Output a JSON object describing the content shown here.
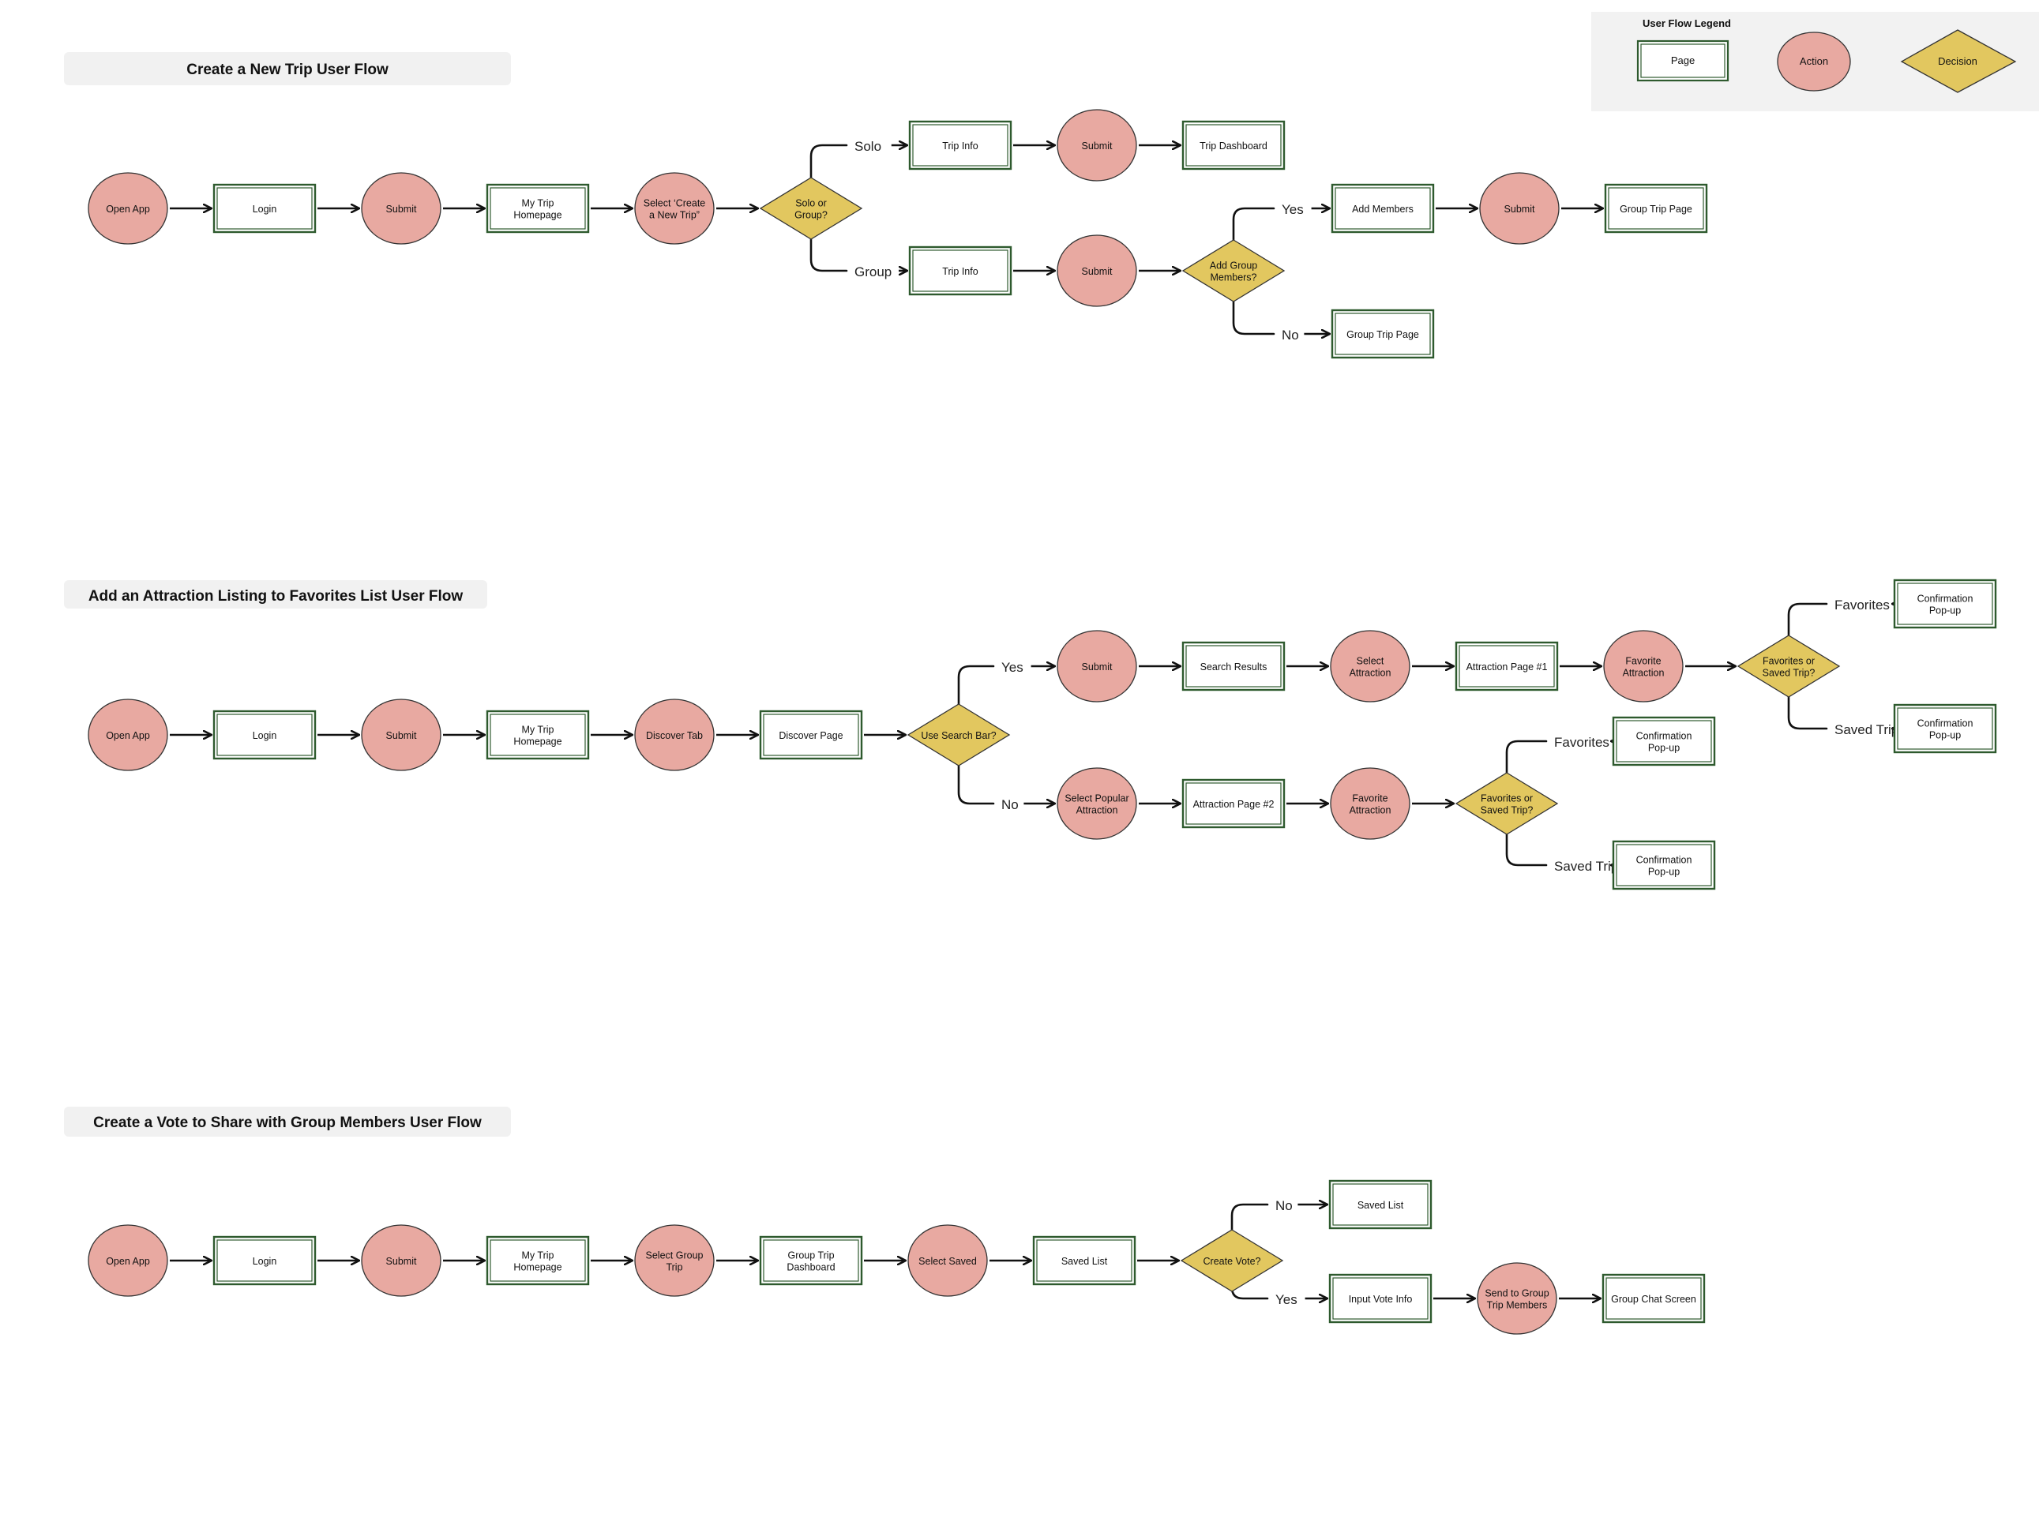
{
  "legend": {
    "title": "User Flow Legend",
    "page_label": "Page",
    "action_label": "Action",
    "decision_label": "Decision"
  },
  "colors": {
    "action_fill": "#E8A9A1",
    "decision_fill": "#E2C75F",
    "page_border": "#2E5A2E",
    "title_bg": "#F1F1F1",
    "legend_bg": "#F2F2F2",
    "arrow": "#111111"
  },
  "flows": [
    {
      "title": "Create a New Trip User Flow",
      "nodes": [
        {
          "id": "f1_open",
          "type": "action",
          "lines": [
            "Open App"
          ]
        },
        {
          "id": "f1_login",
          "type": "page",
          "lines": [
            "Login"
          ]
        },
        {
          "id": "f1_submit",
          "type": "action",
          "lines": [
            "Submit"
          ]
        },
        {
          "id": "f1_home",
          "type": "page",
          "lines": [
            "My Trip",
            "Homepage"
          ]
        },
        {
          "id": "f1_create",
          "type": "action",
          "lines": [
            "Select ‘Create",
            "a New Trip”"
          ]
        },
        {
          "id": "f1_solo",
          "type": "decision",
          "lines": [
            "Solo or",
            "Group?"
          ]
        },
        {
          "id": "f1_tripinfo1",
          "type": "page",
          "lines": [
            "Trip Info"
          ]
        },
        {
          "id": "f1_submit2",
          "type": "action",
          "lines": [
            "Submit"
          ]
        },
        {
          "id": "f1_dash",
          "type": "page",
          "lines": [
            "Trip Dashboard"
          ]
        },
        {
          "id": "f1_tripinfo2",
          "type": "page",
          "lines": [
            "Trip Info"
          ]
        },
        {
          "id": "f1_submit3",
          "type": "action",
          "lines": [
            "Submit"
          ]
        },
        {
          "id": "f1_addgrp",
          "type": "decision",
          "lines": [
            "Add Group",
            "Members?"
          ]
        },
        {
          "id": "f1_addmem",
          "type": "page",
          "lines": [
            "Add Members"
          ]
        },
        {
          "id": "f1_submit4",
          "type": "action",
          "lines": [
            "Submit"
          ]
        },
        {
          "id": "f1_grp1",
          "type": "page",
          "lines": [
            "Group Trip Page"
          ]
        },
        {
          "id": "f1_grp2",
          "type": "page",
          "lines": [
            "Group Trip Page"
          ]
        }
      ],
      "branch_labels": [
        {
          "id": "f1_l_solo",
          "text": "Solo"
        },
        {
          "id": "f1_l_group",
          "text": "Group"
        },
        {
          "id": "f1_l_yes",
          "text": "Yes"
        },
        {
          "id": "f1_l_no",
          "text": "No"
        }
      ]
    },
    {
      "title": "Add an Attraction Listing to Favorites List User Flow",
      "nodes": [
        {
          "id": "f2_open",
          "type": "action",
          "lines": [
            "Open App"
          ]
        },
        {
          "id": "f2_login",
          "type": "page",
          "lines": [
            "Login"
          ]
        },
        {
          "id": "f2_submit",
          "type": "action",
          "lines": [
            "Submit"
          ]
        },
        {
          "id": "f2_home",
          "type": "page",
          "lines": [
            "My Trip",
            "Homepage"
          ]
        },
        {
          "id": "f2_distab",
          "type": "action",
          "lines": [
            "Discover Tab"
          ]
        },
        {
          "id": "f2_dispage",
          "type": "page",
          "lines": [
            "Discover Page"
          ]
        },
        {
          "id": "f2_search",
          "type": "decision",
          "lines": [
            "Use Search Bar?"
          ]
        },
        {
          "id": "f2_submit2",
          "type": "action",
          "lines": [
            "Submit"
          ]
        },
        {
          "id": "f2_results",
          "type": "page",
          "lines": [
            "Search Results"
          ]
        },
        {
          "id": "f2_selattr",
          "type": "action",
          "lines": [
            "Select",
            "Attraction"
          ]
        },
        {
          "id": "f2_attr1",
          "type": "page",
          "lines": [
            "Attraction Page #1"
          ]
        },
        {
          "id": "f2_fav1",
          "type": "action",
          "lines": [
            "Favorite",
            "Attraction"
          ]
        },
        {
          "id": "f2_dec1",
          "type": "decision",
          "lines": [
            "Favorites or",
            "Saved Trip?"
          ]
        },
        {
          "id": "f2_conf1",
          "type": "page",
          "lines": [
            "Confirmation",
            "Pop-up"
          ]
        },
        {
          "id": "f2_conf2",
          "type": "page",
          "lines": [
            "Confirmation",
            "Pop-up"
          ]
        },
        {
          "id": "f2_selpop",
          "type": "action",
          "lines": [
            "Select Popular",
            "Attraction"
          ]
        },
        {
          "id": "f2_attr2",
          "type": "page",
          "lines": [
            "Attraction Page #2"
          ]
        },
        {
          "id": "f2_fav2",
          "type": "action",
          "lines": [
            "Favorite",
            "Attraction"
          ]
        },
        {
          "id": "f2_dec2",
          "type": "decision",
          "lines": [
            "Favorites or",
            "Saved Trip?"
          ]
        },
        {
          "id": "f2_conf3",
          "type": "page",
          "lines": [
            "Confirmation",
            "Pop-up"
          ]
        },
        {
          "id": "f2_conf4",
          "type": "page",
          "lines": [
            "Confirmation",
            "Pop-up"
          ]
        }
      ],
      "branch_labels": [
        {
          "id": "f2_l_yes",
          "text": "Yes"
        },
        {
          "id": "f2_l_no",
          "text": "No"
        },
        {
          "id": "f2_l_fav1",
          "text": "Favorites"
        },
        {
          "id": "f2_l_saved1",
          "text": "Saved Trip"
        },
        {
          "id": "f2_l_fav2",
          "text": "Favorites"
        },
        {
          "id": "f2_l_saved2",
          "text": "Saved Trip"
        }
      ]
    },
    {
      "title": "Create a Vote to Share with Group Members User Flow",
      "nodes": [
        {
          "id": "f3_open",
          "type": "action",
          "lines": [
            "Open App"
          ]
        },
        {
          "id": "f3_login",
          "type": "page",
          "lines": [
            "Login"
          ]
        },
        {
          "id": "f3_submit",
          "type": "action",
          "lines": [
            "Submit"
          ]
        },
        {
          "id": "f3_home",
          "type": "page",
          "lines": [
            "My Trip",
            "Homepage"
          ]
        },
        {
          "id": "f3_selgrp",
          "type": "action",
          "lines": [
            "Select Group",
            "Trip"
          ]
        },
        {
          "id": "f3_grpdash",
          "type": "page",
          "lines": [
            "Group Trip",
            "Dashboard"
          ]
        },
        {
          "id": "f3_selsaved",
          "type": "action",
          "lines": [
            "Select Saved"
          ]
        },
        {
          "id": "f3_saved",
          "type": "page",
          "lines": [
            "Saved List"
          ]
        },
        {
          "id": "f3_vote",
          "type": "decision",
          "lines": [
            "Create Vote?"
          ]
        },
        {
          "id": "f3_saved2",
          "type": "page",
          "lines": [
            "Saved List"
          ]
        },
        {
          "id": "f3_input",
          "type": "page",
          "lines": [
            "Input Vote Info"
          ]
        },
        {
          "id": "f3_send",
          "type": "action",
          "lines": [
            "Send to Group",
            "Trip Members"
          ]
        },
        {
          "id": "f3_chat",
          "type": "page",
          "lines": [
            "Group Chat Screen"
          ]
        }
      ],
      "branch_labels": [
        {
          "id": "f3_l_no",
          "text": "No"
        },
        {
          "id": "f3_l_yes",
          "text": "Yes"
        }
      ]
    }
  ]
}
